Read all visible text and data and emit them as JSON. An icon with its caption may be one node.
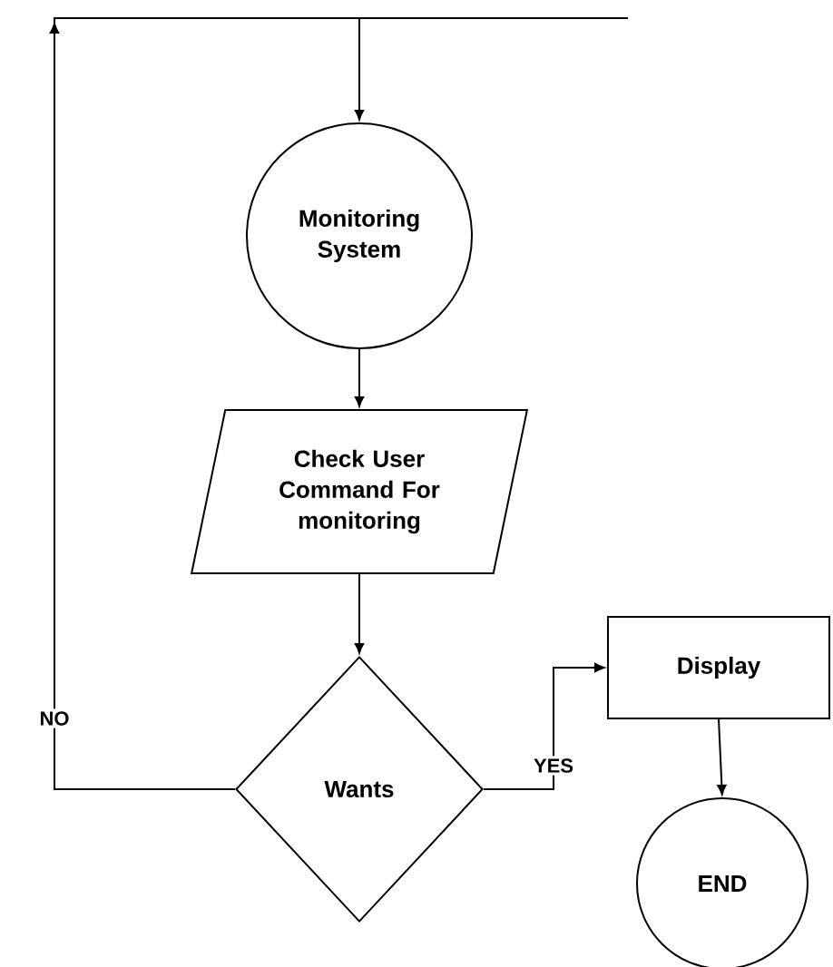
{
  "diagram": {
    "nodes": [
      {
        "text": [
          "Monitoring System"
        ]
      },
      {
        "text": [
          "Check User Command For monitoring"
        ]
      },
      {
        "text": [
          "Wants"
        ]
      },
      {
        "text": [
          "Display"
        ]
      },
      {
        "text": [
          "END"
        ]
      }
    ],
    "edges": [
      {
        "from": 0,
        "to": 1,
        "arrow": "to"
      },
      {
        "from": 1,
        "to": 2,
        "arrow": "to"
      },
      {
        "from": 2,
        "to": 0,
        "arrow": "to",
        "label": "NO"
      },
      {
        "from": 2,
        "to": 3,
        "arrow": "to",
        "label": "YES"
      },
      {
        "from": 3,
        "to": 4,
        "arrow": "to"
      }
    ]
  }
}
